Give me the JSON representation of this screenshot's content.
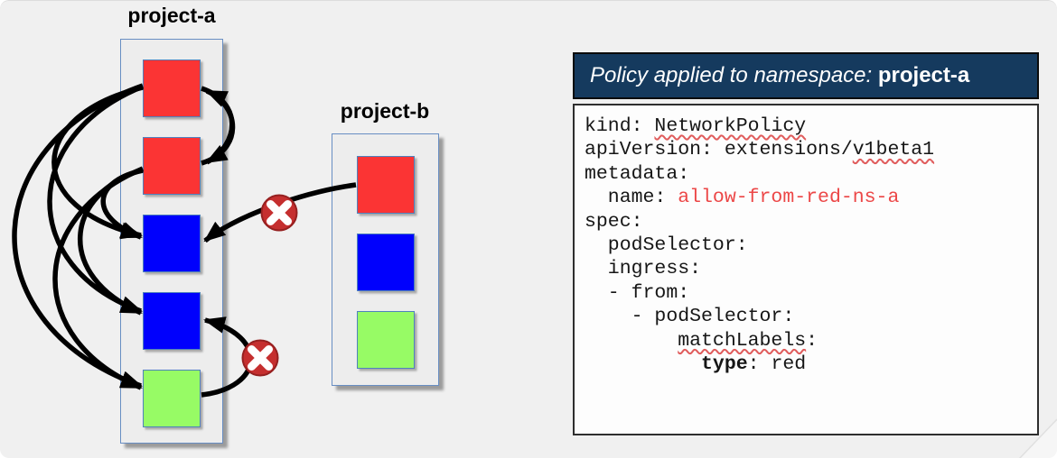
{
  "diagram": {
    "project_a": {
      "title": "project-a",
      "pods": [
        "red",
        "red",
        "blue",
        "blue",
        "green"
      ]
    },
    "project_b": {
      "title": "project-b",
      "pods": [
        "red",
        "blue",
        "green"
      ]
    },
    "edges": {
      "allowed": [
        "project-a/red-1 -> project-a/blue-1",
        "project-a/red-1 -> project-a/blue-2",
        "project-a/red-1 -> project-a/green-1",
        "project-a/red-2 -> project-a/blue-1",
        "project-a/red-2 -> project-a/blue-2",
        "project-a/red-2 -> project-a/green-1",
        "project-a/red-1 -> project-a/red-2",
        "project-a/red-2 -> project-a/red-1"
      ],
      "blocked": [
        "project-b/red-1 -> project-a/blue-1",
        "project-a/green-1 -> project-a/blue-2"
      ]
    }
  },
  "panel": {
    "header": {
      "prefix": "Policy applied to namespace: ",
      "namespace": "project-a"
    },
    "code_lines": [
      [
        {
          "t": "kind: "
        },
        {
          "t": "NetworkPolicy",
          "s": "sp"
        }
      ],
      [
        {
          "t": "apiVersion: extensions/"
        },
        {
          "t": "v1beta1",
          "s": "sp"
        }
      ],
      [
        {
          "t": "metadata:"
        }
      ],
      [
        {
          "t": "  name: "
        },
        {
          "t": "allow-from-red-ns-a",
          "s": "val"
        }
      ],
      [
        {
          "t": "spec:"
        }
      ],
      [
        {
          "t": "  podSelector:"
        }
      ],
      [
        {
          "t": "  ingress:"
        }
      ],
      [
        {
          "t": "  - from:"
        }
      ],
      [
        {
          "t": "    - podSelector:"
        }
      ],
      [
        {
          "t": "        "
        },
        {
          "t": "matchLabels",
          "s": "sp"
        },
        {
          "t": ":"
        }
      ],
      [
        {
          "t": "          "
        },
        {
          "t": "type",
          "s": "b"
        },
        {
          "t": ": red"
        }
      ]
    ]
  },
  "colors": {
    "red": "#fb3434",
    "blue": "#0000fd",
    "green": "#97fb65",
    "pod_border": "#4f81bd",
    "container_border": "#688ec3",
    "arrow": "#000000",
    "blocked_badge": "#c52f2f",
    "blocked_badge_border": "#952020",
    "header_bg": "#153a5e",
    "header_text": "#ffffff",
    "code_value": "#ec4747",
    "code_text": "#161616"
  }
}
